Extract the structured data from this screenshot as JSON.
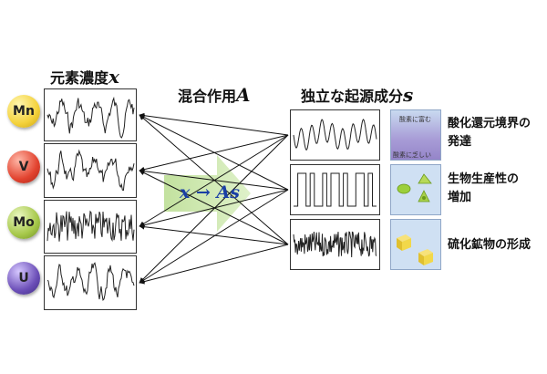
{
  "headers": {
    "element_concentration": "元素濃度",
    "element_concentration_symbol": "x",
    "mixing_matrix": "混合作用",
    "mixing_matrix_symbol": "A",
    "independent_sources": "独立な起源成分",
    "independent_sources_symbol": "s"
  },
  "elements": [
    {
      "symbol": "Mn",
      "color": "#f4d23c"
    },
    {
      "symbol": "V",
      "color": "#e2432f"
    },
    {
      "symbol": "Mo",
      "color": "#a6c84a"
    },
    {
      "symbol": "U",
      "color": "#6c4fb8"
    }
  ],
  "equation": "x → As",
  "redox_panel": {
    "top_text": "酸素に富む",
    "bottom_text": "酸素に乏しい"
  },
  "source_labels": [
    {
      "line1": "酸化還元境界の",
      "line2": "発達"
    },
    {
      "line1": "生物生産性の",
      "line2": "増加"
    },
    {
      "line1": "硫化鉱物の形成",
      "line2": ""
    }
  ]
}
